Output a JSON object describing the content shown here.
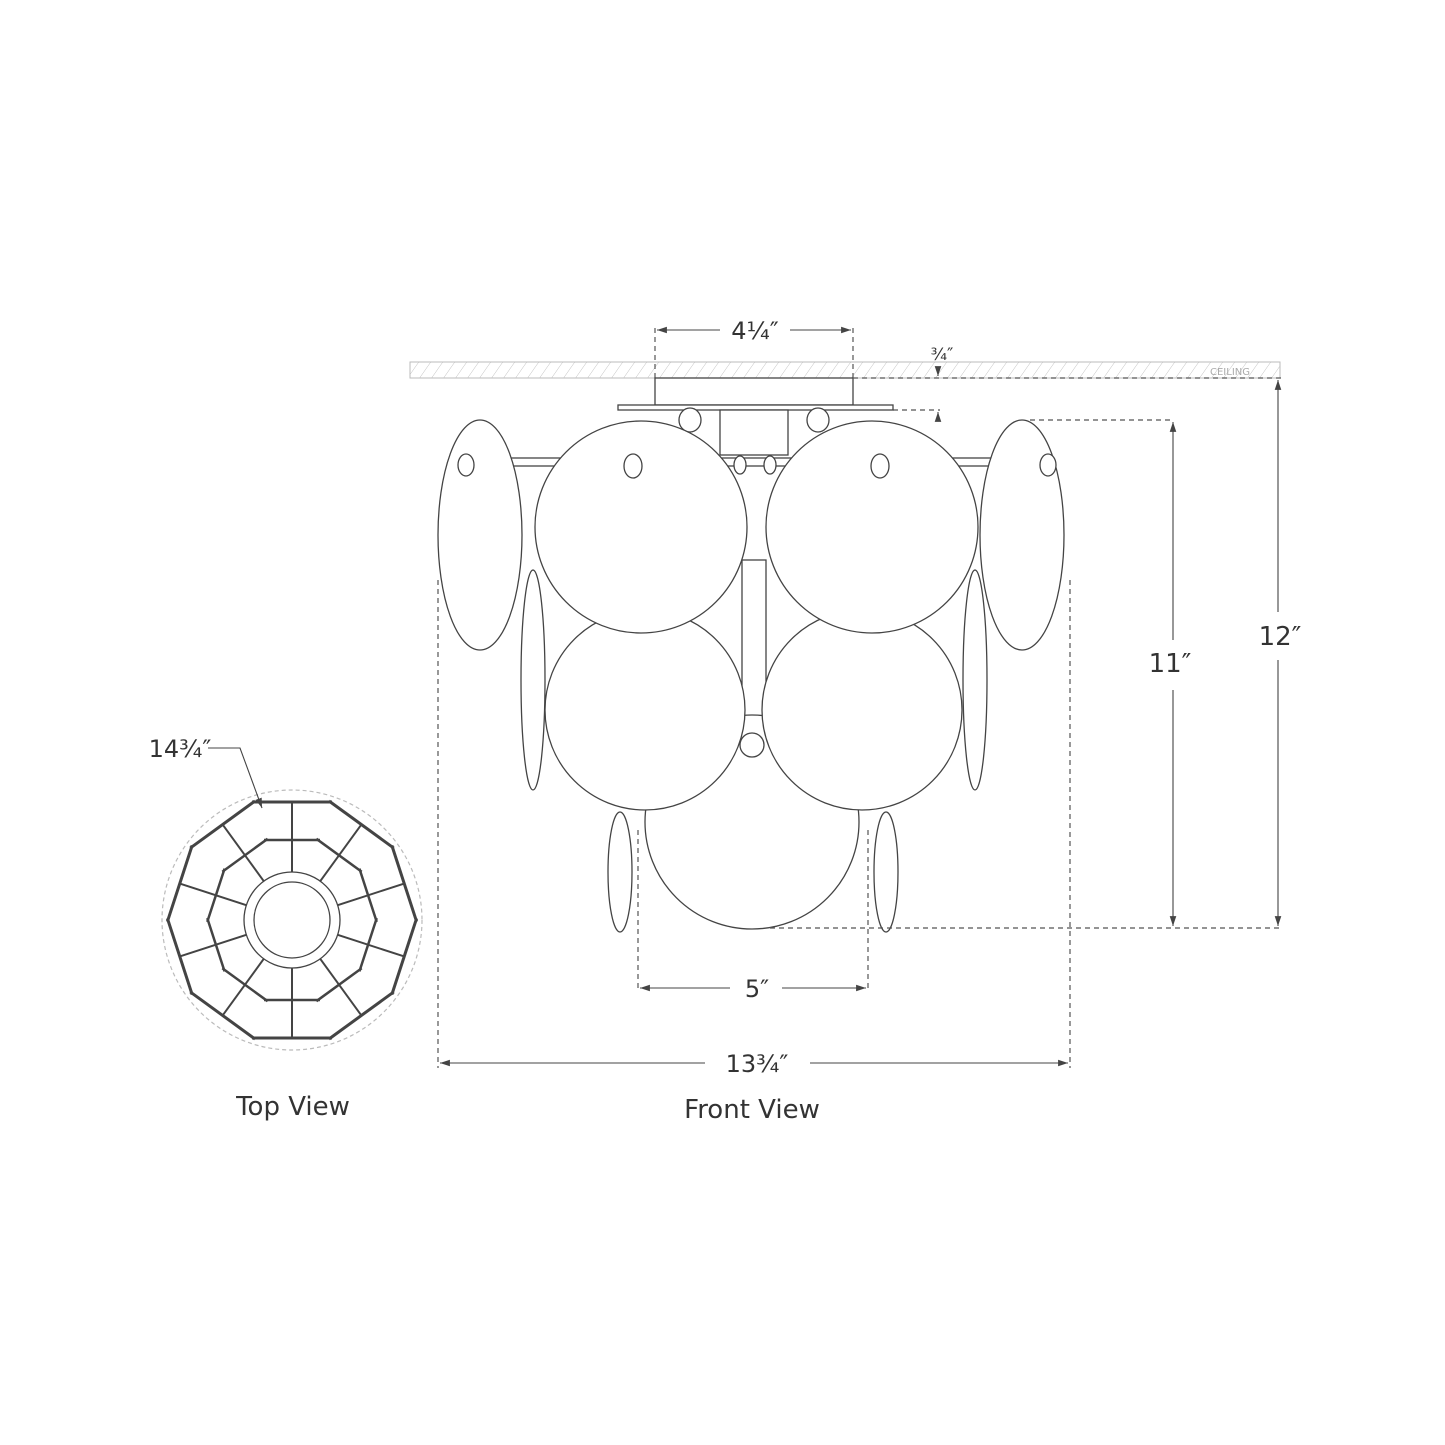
{
  "dimensions": {
    "canopy_width": "4¼″",
    "canopy_depth": "¾″",
    "ceiling_label": "CEILING",
    "overall_height": "12″",
    "body_height": "11″",
    "bottom_disc_width": "5″",
    "front_width": "13¾″",
    "top_diameter": "14¾″"
  },
  "views": {
    "top": "Top View",
    "front": "Front View"
  }
}
